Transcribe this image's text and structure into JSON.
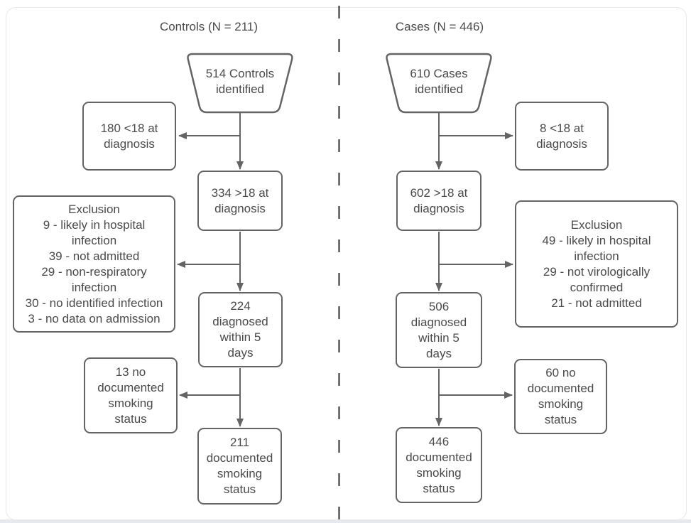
{
  "colors": {
    "stroke": "#646464",
    "text": "#4a4a4a",
    "card-border": "#e7e7e7",
    "footer-strip": "#e6eaee"
  },
  "controls": {
    "title": "Controls (N = 211)",
    "identified": [
      "514 Controls",
      "identified"
    ],
    "under_18": [
      "180 <18 at",
      "diagnosis"
    ],
    "over_18": [
      "334 >18 at",
      "diagnosis"
    ],
    "exclusion": [
      "Exclusion",
      "9 - likely in hospital",
      "infection",
      "39 - not admitted",
      "29 - non-respiratory",
      "infection",
      "30 - no identified infection",
      "3 - no data on admission"
    ],
    "diagnosed_within_5_days": [
      "224",
      "diagnosed",
      "within 5",
      "days"
    ],
    "no_documented_smoking": [
      "13 no",
      "documented",
      "smoking",
      "status"
    ],
    "documented_smoking": [
      "211",
      "documented",
      "smoking",
      "status"
    ]
  },
  "cases": {
    "title": "Cases (N = 446)",
    "identified": [
      "610 Cases",
      "identified"
    ],
    "under_18": [
      "8 <18 at",
      "diagnosis"
    ],
    "over_18": [
      "602 >18 at",
      "diagnosis"
    ],
    "exclusion": [
      "Exclusion",
      "49 - likely in hospital",
      "infection",
      "29 - not virologically",
      "confirmed",
      "21 - not admitted"
    ],
    "diagnosed_within_5_days": [
      "506",
      "diagnosed",
      "within 5",
      "days"
    ],
    "no_documented_smoking": [
      "60 no",
      "documented",
      "smoking",
      "status"
    ],
    "documented_smoking": [
      "446",
      "documented",
      "smoking",
      "status"
    ]
  }
}
